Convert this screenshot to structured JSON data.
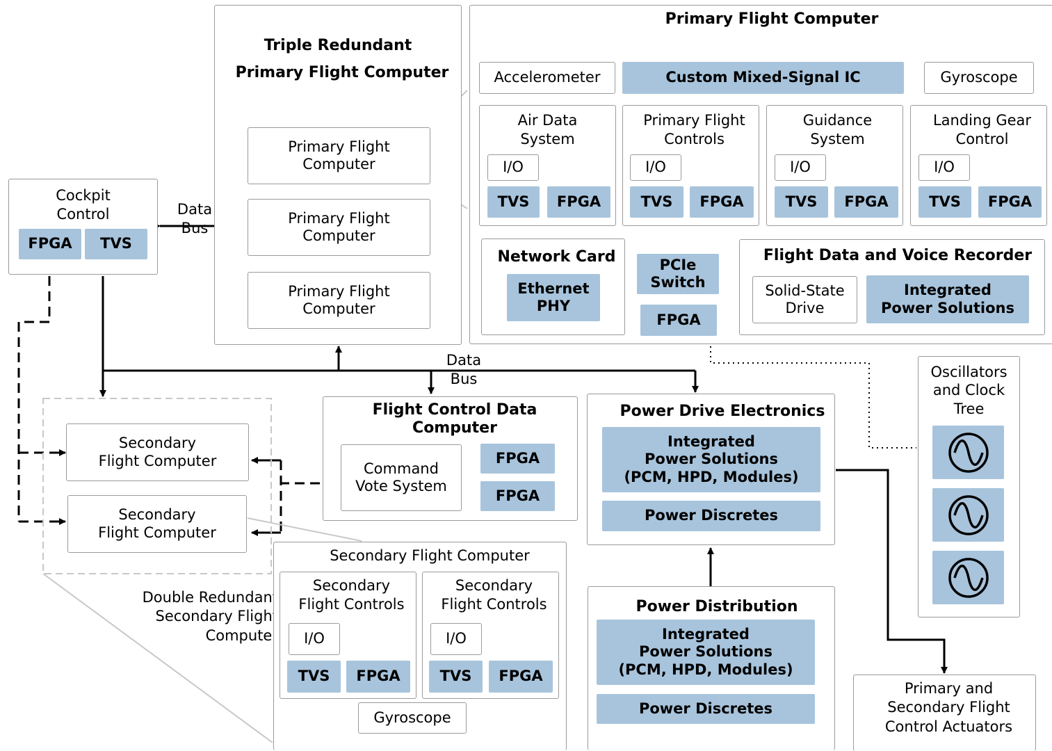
{
  "triple": {
    "title_line1": "Triple Redundant",
    "title_line2": "Primary Flight Computer",
    "pfc": "Primary Flight\nComputer"
  },
  "cockpit": {
    "title": "Cockpit\nControl",
    "fpga": "FPGA",
    "tvs": "TVS"
  },
  "data_bus_left": "Data\nBus",
  "data_bus_center": "Data\nBus",
  "pfc_detail": {
    "title": "Primary Flight Computer",
    "accelerometer": "Accelerometer",
    "mixed_signal": "Custom Mixed-Signal IC",
    "gyroscope": "Gyroscope",
    "subsystems": [
      {
        "name": "Air Data\nSystem",
        "io": "I/O",
        "tvs": "TVS",
        "fpga": "FPGA"
      },
      {
        "name": "Primary Flight\nControls",
        "io": "I/O",
        "tvs": "TVS",
        "fpga": "FPGA"
      },
      {
        "name": "Guidance\nSystem",
        "io": "I/O",
        "tvs": "TVS",
        "fpga": "FPGA"
      },
      {
        "name": "Landing Gear\nControl",
        "io": "I/O",
        "tvs": "TVS",
        "fpga": "FPGA"
      }
    ],
    "network_card": {
      "title": "Network Card",
      "phy": "Ethernet\nPHY"
    },
    "pcie": {
      "switch": "PCIe\nSwitch",
      "fpga": "FPGA"
    },
    "recorder": {
      "title": "Flight Data and Voice Recorder",
      "ssd": "Solid-State\nDrive",
      "power": "Integrated\nPower Solutions"
    }
  },
  "secondary": {
    "sfc": "Secondary\nFlight Computer",
    "double_label": "Double Redundant\nSecondary Flight\nComputer",
    "detail_title": "Secondary Flight Computer",
    "controls": [
      {
        "name": "Secondary\nFlight Controls",
        "io": "I/O",
        "tvs": "TVS",
        "fpga": "FPGA"
      },
      {
        "name": "Secondary\nFlight Controls",
        "io": "I/O",
        "tvs": "TVS",
        "fpga": "FPGA"
      }
    ],
    "gyroscope": "Gyroscope"
  },
  "fcdc": {
    "title": "Flight Control Data\nComputer",
    "cvs": "Command\nVote System",
    "fpga1": "FPGA",
    "fpga2": "FPGA"
  },
  "pde": {
    "title": "Power Drive Electronics",
    "ips": "Integrated\nPower Solutions\n(PCM, HPD, Modules)",
    "discretes": "Power Discretes"
  },
  "pdist": {
    "title": "Power Distribution",
    "ips": "Integrated\nPower Solutions\n(PCM, HPD, Modules)",
    "discretes": "Power Discretes"
  },
  "osc": {
    "title": "Oscillators\nand Clock\nTree"
  },
  "actuators": {
    "title": "Primary and\nSecondary Flight\nControl Actuators"
  },
  "colors": {
    "chip": "#a8c4dc",
    "border": "#9a9a9a",
    "line": "#000000"
  }
}
